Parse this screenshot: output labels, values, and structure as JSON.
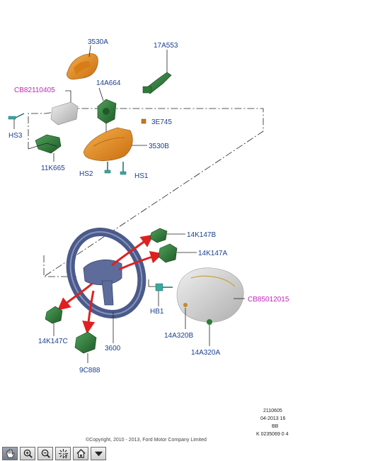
{
  "labels": {
    "p3530A": "3530A",
    "p17A553": "17A553",
    "cb82110405": "CB82110405",
    "p14A664": "14A664",
    "hs3": "HS3",
    "p3E745": "3E745",
    "p3530B": "3530B",
    "p11K665": "11K665",
    "hs2": "HS2",
    "hs1": "HS1",
    "p14K147B": "14K147B",
    "p14K147A": "14K147A",
    "hb1": "HB1",
    "cb85012015": "CB85012015",
    "p14A320B": "14A320B",
    "p14K147C": "14K147C",
    "p3600": "3600",
    "p14A320A": "14A320A",
    "p9C888": "9C888"
  },
  "drawing_info": {
    "line1": "2110605",
    "line2": "04-2013 16",
    "line3": "BB",
    "line4": "K 0235069 0 4"
  },
  "copyright": "©Copyright, 2010 - 2013, Ford Motor Company Limited",
  "toolbar": {
    "buttons": [
      {
        "name": "pan-tool-icon",
        "active": true
      },
      {
        "name": "zoom-in-icon",
        "active": false
      },
      {
        "name": "zoom-out-icon",
        "active": false
      },
      {
        "name": "fit-view-icon",
        "active": false
      },
      {
        "name": "home-icon",
        "active": false
      },
      {
        "name": "dropdown-arrow-icon",
        "active": false
      }
    ]
  },
  "colors": {
    "label": "#1a3f8f",
    "reference": "#c026b8",
    "shroud": "#e08a1e",
    "switch": "#2f7a3a",
    "wheel": "#4a5a8a",
    "arrow": "#e02020"
  }
}
